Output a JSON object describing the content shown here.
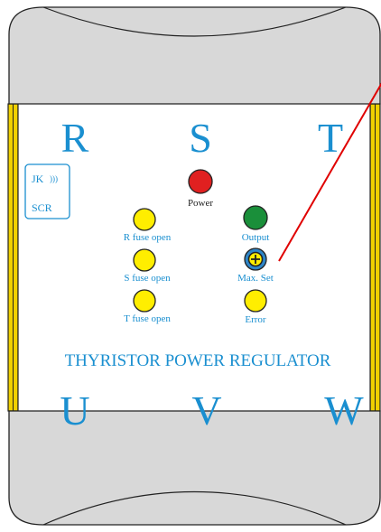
{
  "phases_top": [
    "R",
    "S",
    "T"
  ],
  "phases_bottom": [
    "U",
    "V",
    "W"
  ],
  "logo": {
    "line1": "JK",
    "waves": ")))",
    "line2": "SCR"
  },
  "indicators": {
    "power": {
      "label": "Power",
      "color": "#e02020"
    },
    "r_fuse": {
      "label": "R fuse open",
      "color": "#ffee00"
    },
    "s_fuse": {
      "label": "S fuse open",
      "color": "#ffee00"
    },
    "t_fuse": {
      "label": "T fuse open",
      "color": "#ffee00"
    },
    "output": {
      "label": "Output",
      "color": "#1a8f3a"
    },
    "max_set": {
      "label": "Max. Set",
      "color": "#2e86c8"
    },
    "error": {
      "label": "Error",
      "color": "#ffee00"
    }
  },
  "title": "THYRISTOR POWER REGULATOR",
  "colors": {
    "accent": "#1a8fd0",
    "rail": "#f0d000",
    "cover": "#d8d8d8",
    "leader_line": "#e00000"
  }
}
